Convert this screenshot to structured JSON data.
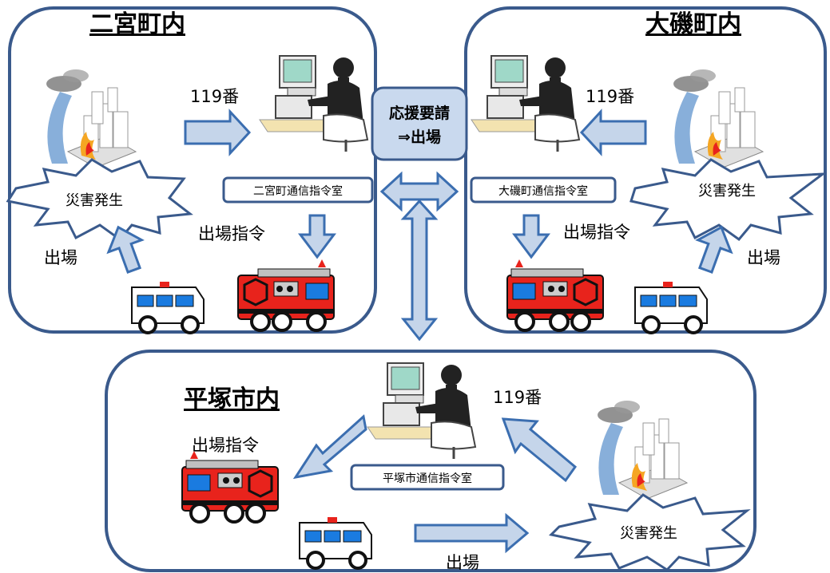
{
  "regions": {
    "ninomiya": {
      "title": "二宮町内",
      "call": "119番",
      "center": "二宮町通信指令室",
      "dispatch_order": "出場指令",
      "disaster": "災害発生",
      "dispatch": "出場"
    },
    "oiso": {
      "title": "大磯町内",
      "call": "119番",
      "center": "大磯町通信指令室",
      "dispatch_order": "出場指令",
      "disaster": "災害発生",
      "dispatch": "出場"
    },
    "hiratsuka": {
      "title": "平塚市内",
      "call": "119番",
      "center": "平塚市通信指令室",
      "dispatch_order": "出場指令",
      "disaster": "災害発生",
      "dispatch": "出場"
    }
  },
  "support": {
    "line1": "応援要請",
    "line2": "⇒出場"
  },
  "colors": {
    "frame": "#3a5a8c",
    "arrow_fill": "#c5d5ea",
    "arrow_stroke": "#3b6eb0",
    "truck_red": "#e8231c",
    "ambulance_blue": "#1a7be0",
    "support_fill": "#c9d9ee",
    "support_stroke": "#3a5a8c"
  }
}
